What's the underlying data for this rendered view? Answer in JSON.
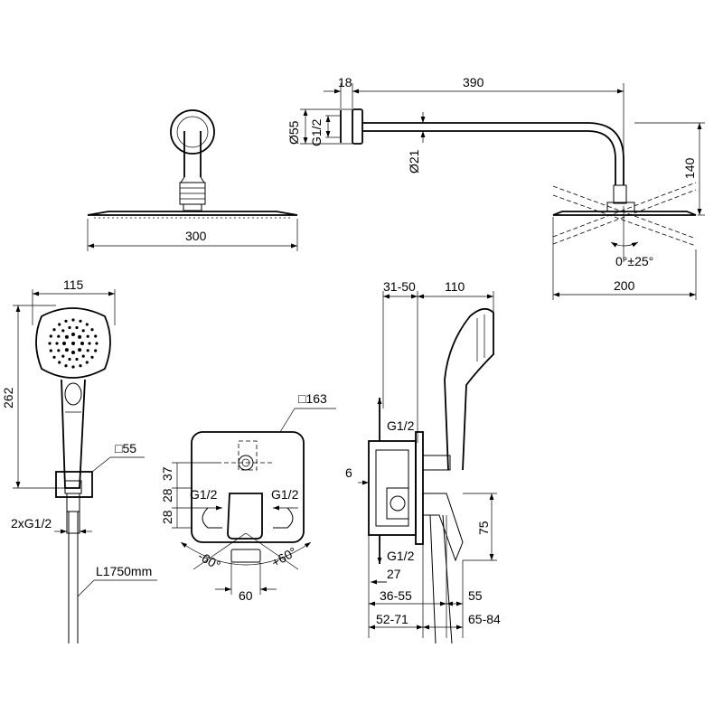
{
  "rain_shower": {
    "width_label": "300"
  },
  "shower_arm": {
    "flange_depth_label": "18",
    "arm_length_label": "390",
    "flange_dia_label": "Ø55",
    "thread_label": "G1/2",
    "tube_dia_label": "Ø21",
    "height_label": "140",
    "tilt_label": "0°±25°",
    "head_width_label": "200"
  },
  "hand_shower": {
    "width_label": "115",
    "height_label": "262",
    "bracket_label": "□55",
    "thread_label": "2xG1/2",
    "hose_label": "L1750mm"
  },
  "mixer_front": {
    "plate_label": "□163",
    "dim_37": "37",
    "dim_28a": "28",
    "dim_28b": "28",
    "thread_left": "G1/2",
    "thread_right": "G1/2",
    "angle_left": "-60°",
    "angle_right": "+60°",
    "lever_width": "60"
  },
  "mixer_side": {
    "depth_range_label": "31-50",
    "head_depth_label": "110",
    "thread_top": "G1/2",
    "dim_6": "6",
    "thread_bottom": "G1/2",
    "dim_75": "75",
    "dim_27": "27",
    "dim_36_55": "36-55",
    "dim_55": "55",
    "dim_52_71": "52-71",
    "dim_65_84": "65-84"
  }
}
